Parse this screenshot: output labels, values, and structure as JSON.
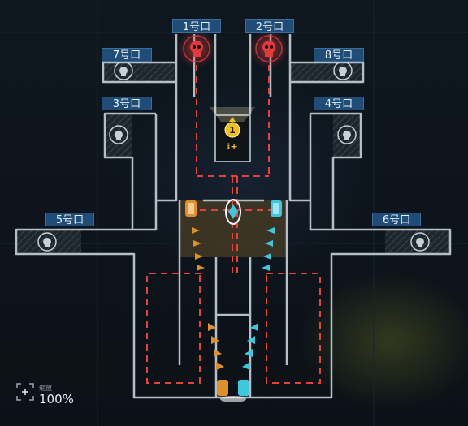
{
  "gates": [
    {
      "id": "1",
      "label": "1号口",
      "kind": "enemy"
    },
    {
      "id": "2",
      "label": "2号口",
      "kind": "enemy"
    },
    {
      "id": "3",
      "label": "3号口",
      "kind": "neutral"
    },
    {
      "id": "4",
      "label": "4号口",
      "kind": "neutral"
    },
    {
      "id": "5",
      "label": "5号口",
      "kind": "neutral"
    },
    {
      "id": "6",
      "label": "6号口",
      "kind": "neutral"
    },
    {
      "id": "7",
      "label": "7号口",
      "kind": "neutral"
    },
    {
      "id": "8",
      "label": "8号口",
      "kind": "neutral"
    }
  ],
  "objective": {
    "number": "1"
  },
  "zoom": {
    "label": "缩放",
    "value": "100%"
  },
  "colors": {
    "enemy": "#e23a3a",
    "route_red": "#e8403a",
    "orange": "#e0902a",
    "cyan": "#3cc9e0",
    "gold": "#f0c020",
    "label_bg": "#1f4d78",
    "wall": "#b6bec5"
  }
}
